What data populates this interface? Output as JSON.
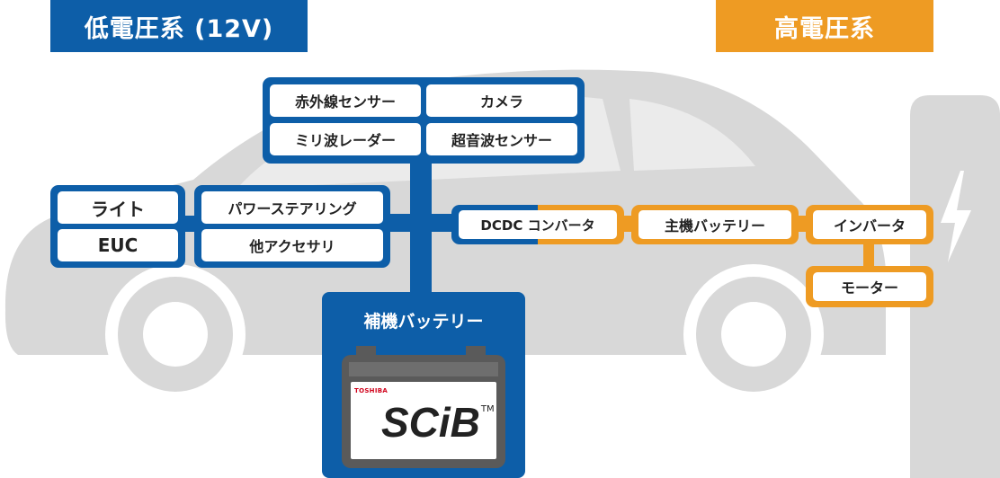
{
  "headers": {
    "low_voltage": "低電圧系 (12V)",
    "high_voltage": "高電圧系"
  },
  "sensors": {
    "infrared": "赤外線センサー",
    "camera": "カメラ",
    "millimeter_radar": "ミリ波レーダー",
    "ultrasonic": "超音波センサー"
  },
  "lighting": {
    "light": "ライト",
    "euc": "EUC"
  },
  "accessories": {
    "power_steering": "パワーステアリング",
    "other": "他アクセサリ"
  },
  "high_voltage_chain": {
    "dcdc": "DCDC コンバータ",
    "main_battery": "主機バッテリー",
    "inverter": "インバータ",
    "motor": "モーター"
  },
  "aux_battery": {
    "title": "補機バッテリー",
    "maker": "TOSHIBA",
    "brand": "SCiB",
    "trademark": "TM"
  },
  "colors": {
    "blue": "#0d5ea8",
    "orange": "#ee9b23",
    "car_gray": "#d8d8d8"
  },
  "icons": {
    "car": "car-silhouette-icon",
    "charger": "charging-station-icon",
    "battery": "battery-icon"
  }
}
